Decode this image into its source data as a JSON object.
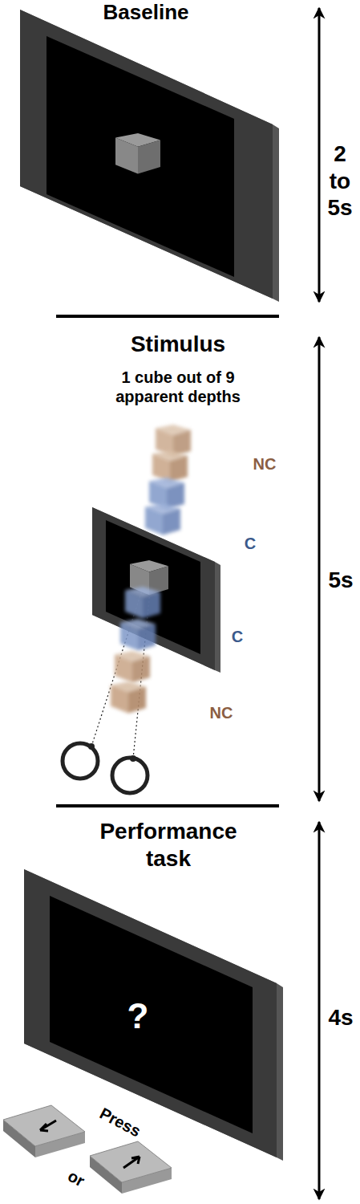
{
  "diagram": {
    "nodes": [
      {
        "text": [
          "?"
        ]
      }
    ],
    "labels": [
      "Baseline",
      "2 to 5s",
      "Stimulus",
      "1 cube out of 9 apparent depths",
      "NC",
      "C",
      "C",
      "NC",
      "5s",
      "Performance task",
      "4s",
      "Press",
      "or"
    ]
  }
}
